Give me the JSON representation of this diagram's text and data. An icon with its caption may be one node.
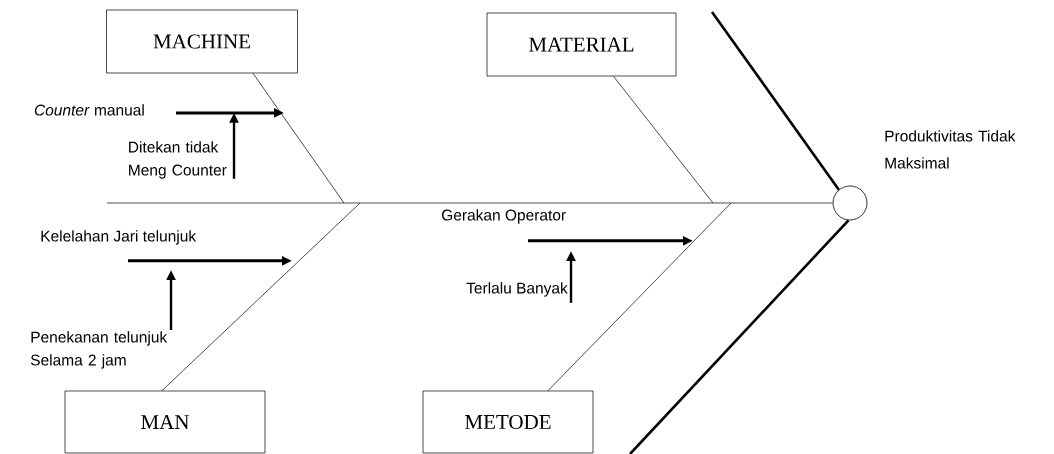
{
  "diagram": {
    "nodes": [
      {
        "text": [
          "MACHINE"
        ]
      },
      {
        "text": [
          "MATERIAL"
        ]
      },
      {
        "text": [
          "MAN"
        ]
      },
      {
        "text": [
          "METODE"
        ]
      },
      {
        "text": [],
        "shape": "circle",
        "beside": [
          "Produktivitas Tidak Maksimal"
        ]
      },
      {
        "text": [
          "*Counter* manual"
        ]
      },
      {
        "text": [
          "Ditekan tidak Meng Counter"
        ]
      },
      {
        "text": [
          "Kelelahan Jari telunjuk"
        ]
      },
      {
        "text": [
          "Penekanan telunjuk Selama 2 jam"
        ]
      },
      {
        "text": [
          "Gerakan Operator"
        ]
      },
      {
        "text": [
          "Terlalu Banyak"
        ]
      }
    ],
    "edges": [
      {
        "from": null,
        "to": 4,
        "arrow": "none"
      },
      {
        "from": null,
        "to": 4,
        "arrow": "none"
      },
      {
        "from": 4,
        "to": null,
        "arrow": "none"
      },
      {
        "from": 0,
        "to": null,
        "arrow": "none"
      },
      {
        "from": 1,
        "to": null,
        "arrow": "none"
      },
      {
        "from": 2,
        "to": null,
        "arrow": "none"
      },
      {
        "from": 3,
        "to": null,
        "arrow": "none"
      },
      {
        "from": 5,
        "to": null,
        "arrow": "to"
      },
      {
        "from": 6,
        "to": null,
        "arrow": "to"
      },
      {
        "from": 7,
        "to": null,
        "arrow": "to"
      },
      {
        "from": 8,
        "to": null,
        "arrow": "to"
      },
      {
        "from": 9,
        "to": null,
        "arrow": "to"
      },
      {
        "from": 10,
        "to": null,
        "arrow": "to"
      }
    ]
  }
}
